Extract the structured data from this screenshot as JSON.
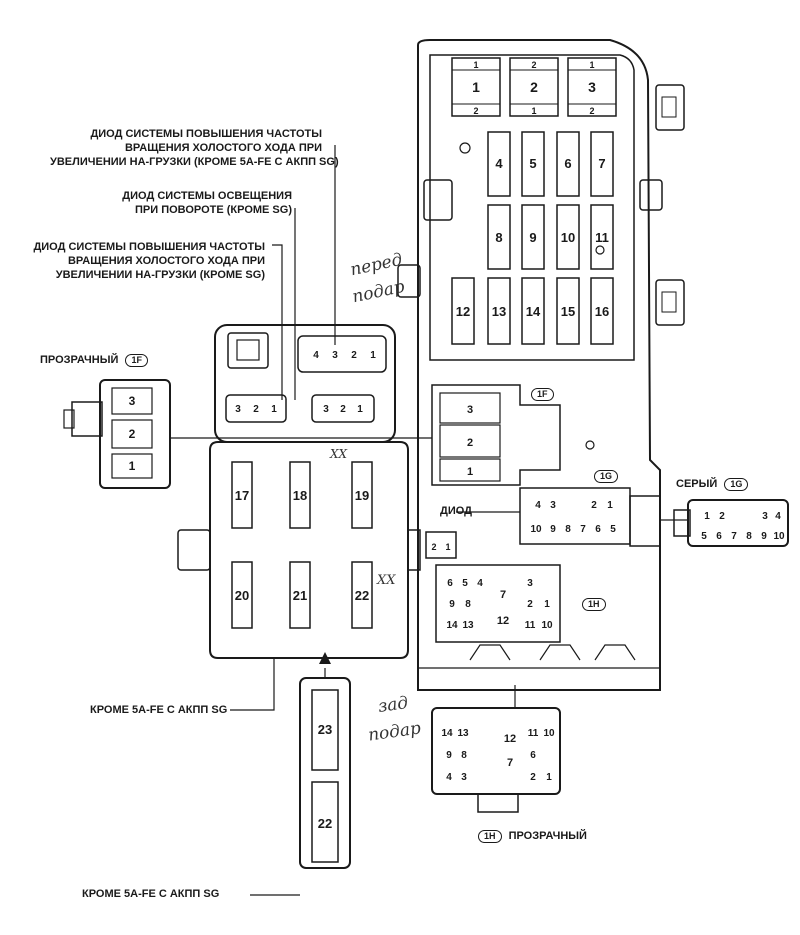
{
  "labels": {
    "diode_idle_up_ac": [
      "ДИОД СИСТЕМЫ ПОВЫШЕНИЯ ЧАСТОТЫ",
      "ВРАЩЕНИЯ ХОЛОСТОГО ХОДА ПРИ",
      "УВЕЛИЧЕНИИ НА-ГРУЗКИ (КРОМЕ 5А-FE С АКПП SG)"
    ],
    "diode_turn_light": [
      "ДИОД СИСТЕМЫ ОСВЕЩЕНИЯ",
      "ПРИ ПОВОРОТЕ (КРОМЕ SG)"
    ],
    "diode_idle_up": [
      "ДИОД СИСТЕМЫ ПОВЫШЕНИЯ ЧАСТОТЫ",
      "ВРАЩЕНИЯ ХОЛОСТОГО ХОДА ПРИ",
      "УВЕЛИЧЕНИИ НА-ГРУЗКИ (КРОМЕ SG)"
    ],
    "transparent_1f": "ПРОЗРАЧНЫЙ",
    "connector_1f": "1F",
    "gray_1g": "СЕРЫЙ",
    "connector_1g": "1G",
    "diode": "ДИОД",
    "connector_1h": "1H",
    "transparent_1h": "ПРОЗРАЧНЫЙ",
    "except_5afe_1": "КРОМЕ 5А-FE С АКПП SG",
    "except_5afe_2": "КРОМЕ 5А-FE С АКПП SG"
  },
  "handwriting": {
    "front_top": "перед",
    "front_bottom": "подар",
    "xx1": "XX",
    "xx2": "XX",
    "rear_top": "зад",
    "rear_bottom": "подар"
  },
  "fuses": {
    "top_large": [
      "1",
      "2",
      "3"
    ],
    "row_a": [
      "4",
      "5",
      "6",
      "7"
    ],
    "row_b": [
      "8",
      "9",
      "10",
      "11"
    ],
    "row_c": [
      "12",
      "13",
      "14",
      "15",
      "16"
    ],
    "junction": [
      "17",
      "18",
      "19",
      "20",
      "21",
      "22"
    ],
    "external": [
      "23",
      "22"
    ],
    "pin_1": "1",
    "pin_2": "2"
  },
  "connectors": {
    "c1f_pins": [
      "3",
      "2",
      "1"
    ],
    "c1g_top": [
      "4",
      "3",
      "2",
      "1"
    ],
    "c1g_bottom": [
      "10",
      "9",
      "8",
      "7",
      "6",
      "5"
    ],
    "c1h_cells": [
      "6",
      "5",
      "4",
      "9",
      "8",
      "14",
      "13",
      "7",
      "12",
      "3",
      "2",
      "1",
      "11",
      "10"
    ],
    "c1h_ext_cells": [
      "14",
      "13",
      "12",
      "11",
      "10",
      "9",
      "8",
      "7",
      "6",
      "4",
      "3",
      "2",
      "1"
    ],
    "diode_relay_pins": [
      "4",
      "3",
      "2",
      "1"
    ],
    "diode_small_pins": [
      "3",
      "2",
      "1"
    ]
  }
}
